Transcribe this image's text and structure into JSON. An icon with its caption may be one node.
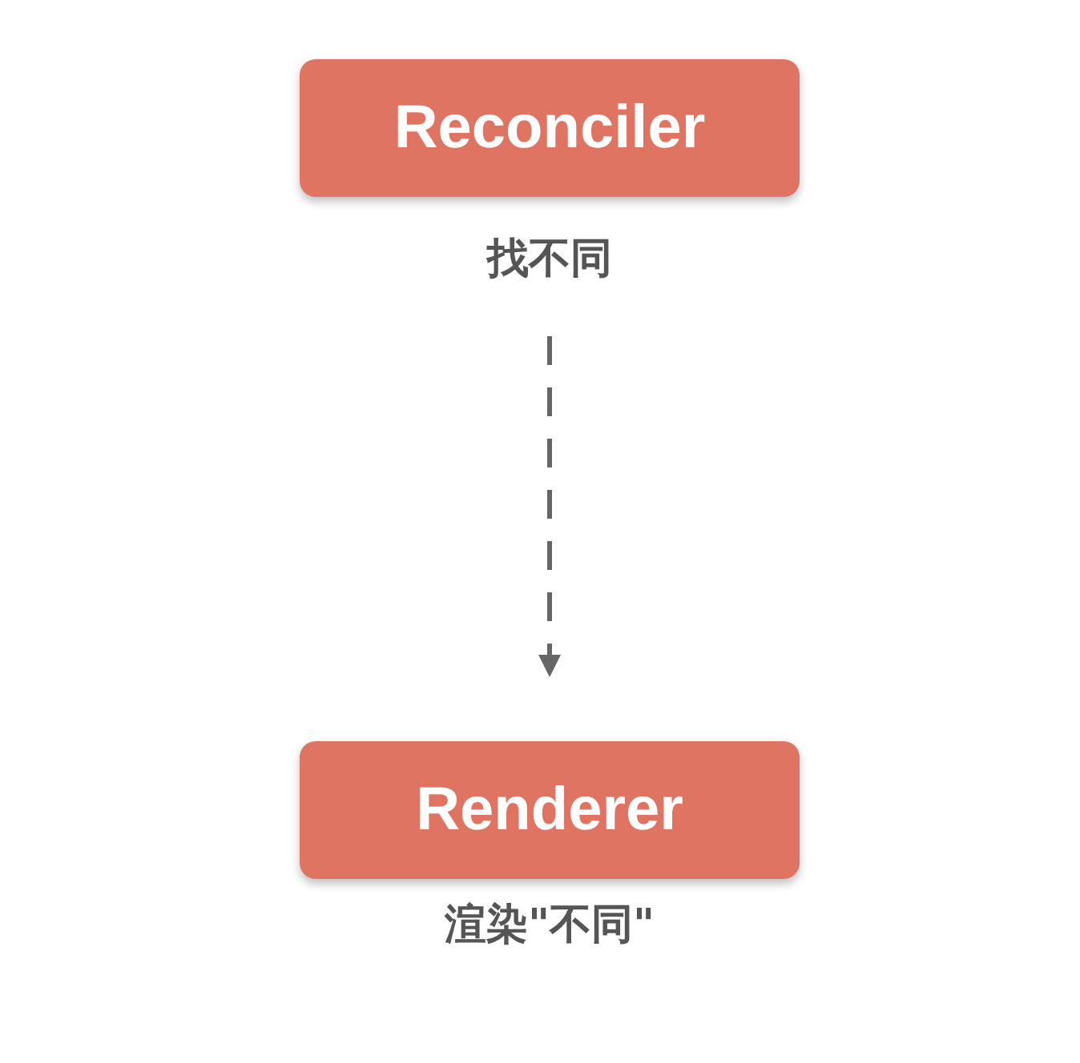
{
  "diagram": {
    "nodes": [
      {
        "text": [
          "Reconciler"
        ],
        "beside": [
          "找不同"
        ]
      },
      {
        "text": [
          "Renderer"
        ],
        "beside": [
          "渲染\"不同\""
        ]
      }
    ],
    "edges": [
      {
        "from": 0,
        "to": 1,
        "arrow": "to",
        "style": "dashed"
      }
    ]
  }
}
